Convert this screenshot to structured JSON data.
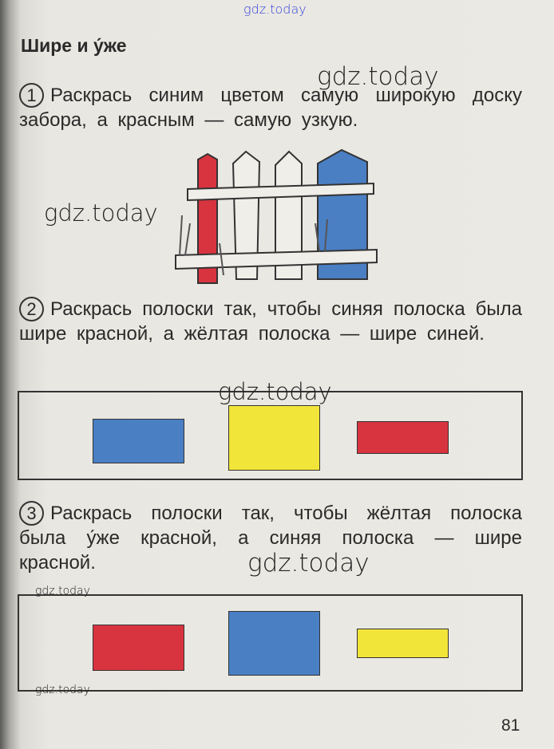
{
  "watermarks": [
    "gdz.today",
    "gdz.today",
    "gdz.today",
    "gdz.today",
    "gdz.today",
    "gdz.today",
    "gdz.today"
  ],
  "title": "Шире и у́же",
  "tasks": [
    {
      "number": "1",
      "text": "Раскрась синим цветом самую широкую доску забора, а красным — самую узкую."
    },
    {
      "number": "2",
      "text": "Раскрась полоски так, чтобы синяя полоска была шире красной, а жёлтая полоска — шире синей."
    },
    {
      "number": "3",
      "text": "Раскрась полоски так, чтобы жёлтая полоска была у́же красной, а синяя полоска — шире красной."
    }
  ],
  "colors": {
    "blue": "#4a7fc4",
    "yellow": "#f2e53a",
    "red": "#d8343f"
  },
  "page_number": "81"
}
